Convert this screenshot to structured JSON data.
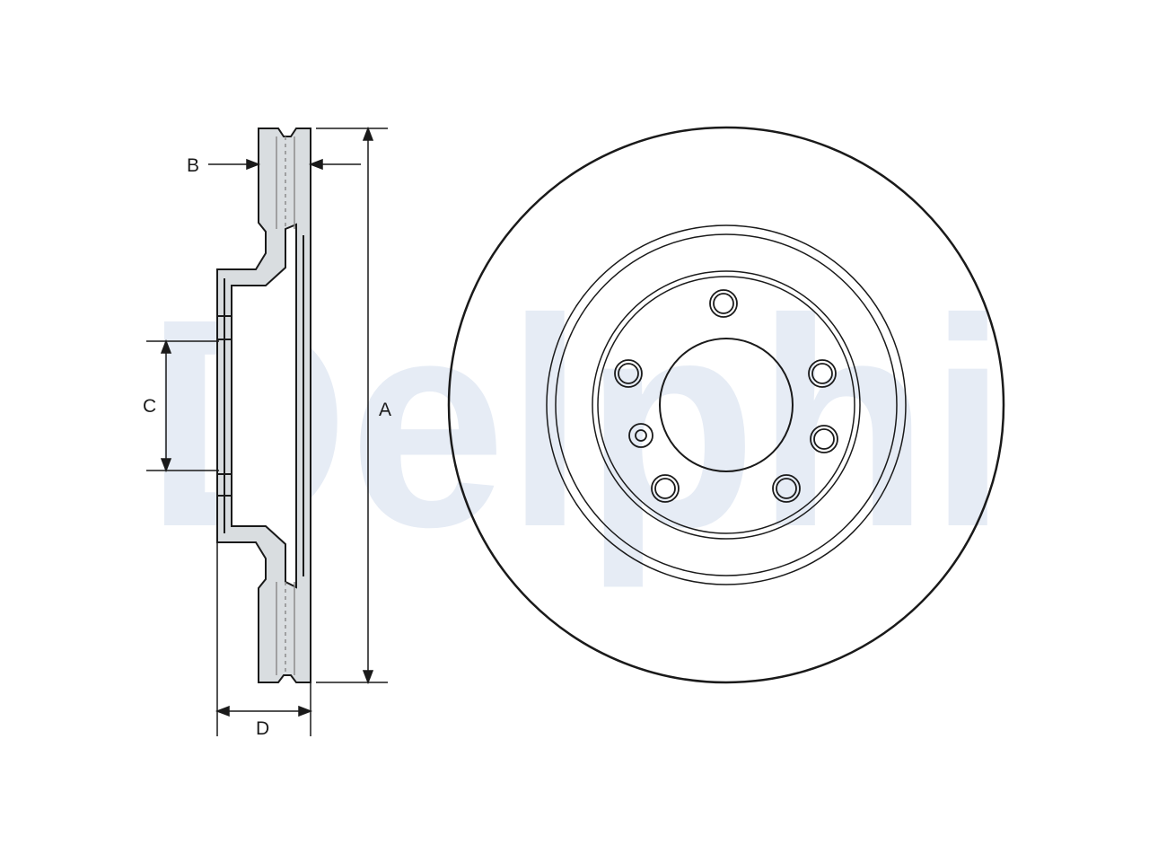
{
  "watermark": {
    "text": "Delphi",
    "color": "#e6ecf5"
  },
  "colors": {
    "line": "#1a1a1a",
    "fill": "#d9dde0",
    "hatch": "#8c8c8c"
  },
  "labels": {
    "a": "A",
    "b": "B",
    "c": "C",
    "d": "D"
  }
}
